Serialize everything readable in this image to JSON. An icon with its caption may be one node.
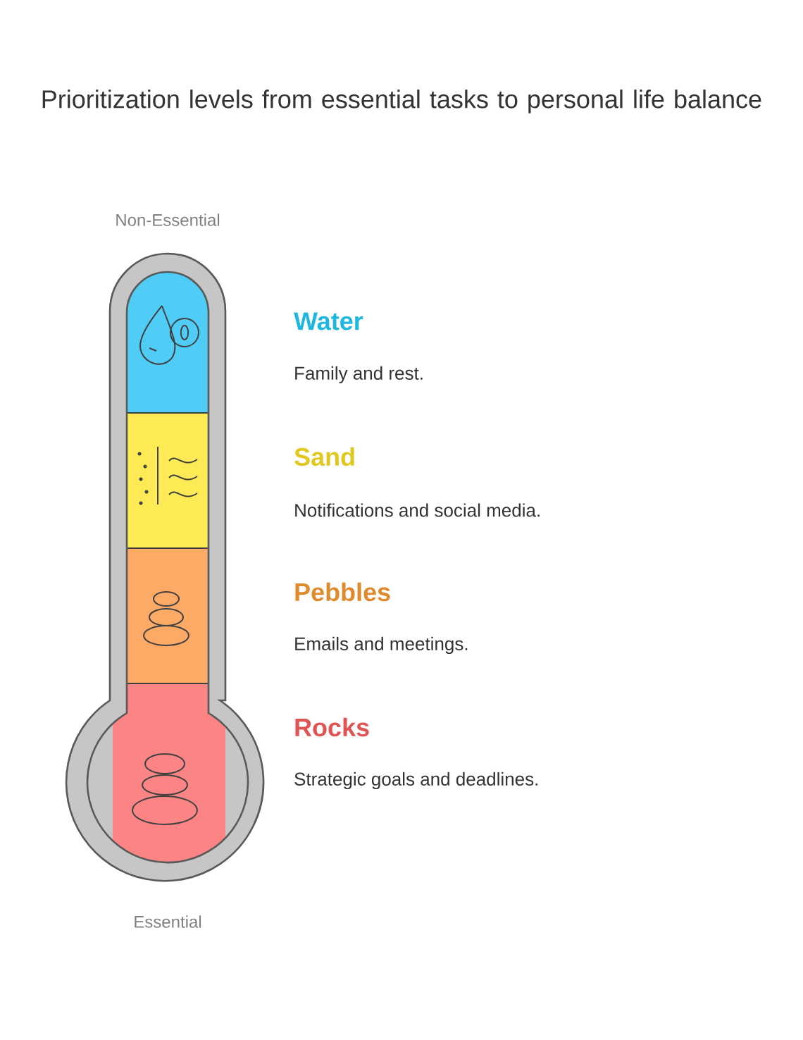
{
  "diagram": {
    "title": "Prioritization levels from essential tasks to personal life balance",
    "labels": [
      "Non-Essential",
      "Water",
      "Family and rest.",
      "Sand",
      "Notifications and social media.",
      "Pebbles",
      "Emails and meetings.",
      "Rocks",
      "Strategic goals and deadlines.",
      "Essential"
    ]
  }
}
